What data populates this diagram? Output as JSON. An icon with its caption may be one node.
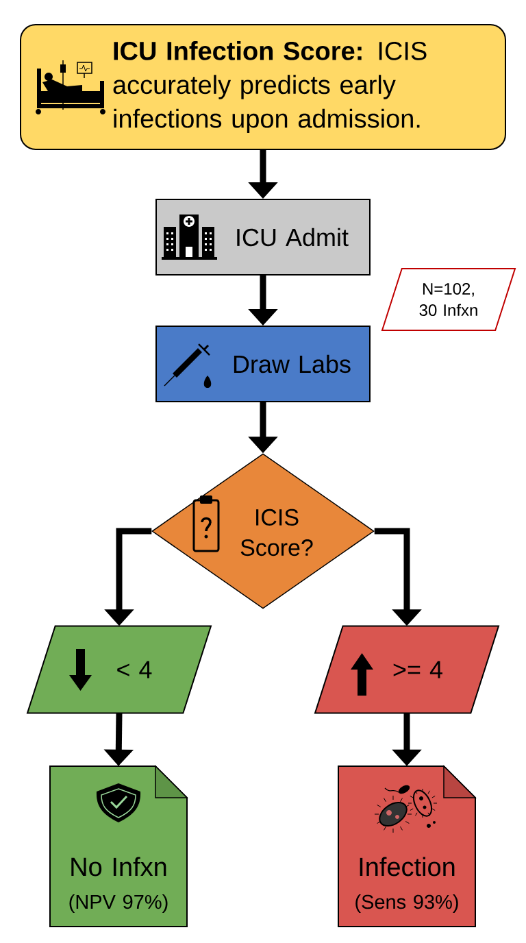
{
  "diagram": {
    "nodes": [
      {
        "text": [
          "**ICU Infection Score:** ICIS accurately predicts early infections upon admission."
        ]
      },
      {
        "text": [
          "ICU Admit"
        ]
      },
      {
        "text": [
          "N=102, 30 Infxn"
        ]
      },
      {
        "text": [
          "Draw Labs"
        ]
      },
      {
        "text": [
          "ICIS Score?"
        ]
      },
      {
        "text": [
          "< 4"
        ]
      },
      {
        "text": [
          ">= 4"
        ]
      },
      {
        "text": [
          "No Infxn",
          "(NPV 97%)"
        ]
      },
      {
        "text": [
          "Infection",
          "(Sens 93%)"
        ]
      }
    ],
    "edges": [
      {
        "from": 0,
        "to": 1,
        "arrow": "to"
      },
      {
        "from": 1,
        "to": 3,
        "arrow": "to"
      },
      {
        "from": 3,
        "to": 4,
        "arrow": "to"
      },
      {
        "from": 4,
        "to": 5,
        "arrow": "to"
      },
      {
        "from": 4,
        "to": 6,
        "arrow": "to"
      },
      {
        "from": 5,
        "to": 7,
        "arrow": "to"
      },
      {
        "from": 6,
        "to": 8,
        "arrow": "to"
      }
    ]
  }
}
